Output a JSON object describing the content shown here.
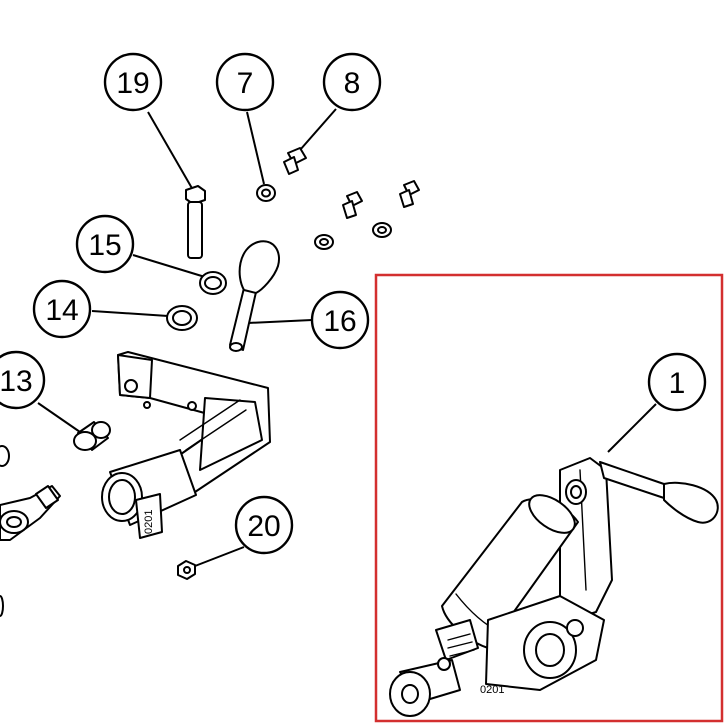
{
  "callouts": {
    "c19": "19",
    "c7": "7",
    "c8": "8",
    "c15": "15",
    "c14": "14",
    "c16": "16",
    "c13": "13",
    "c20": "20",
    "c1": "1"
  },
  "part_stamp": "0201",
  "assembly_stamp": "0201",
  "colors": {
    "line": "#000000",
    "highlight_frame": "#d32f2f",
    "background": "#ffffff"
  }
}
